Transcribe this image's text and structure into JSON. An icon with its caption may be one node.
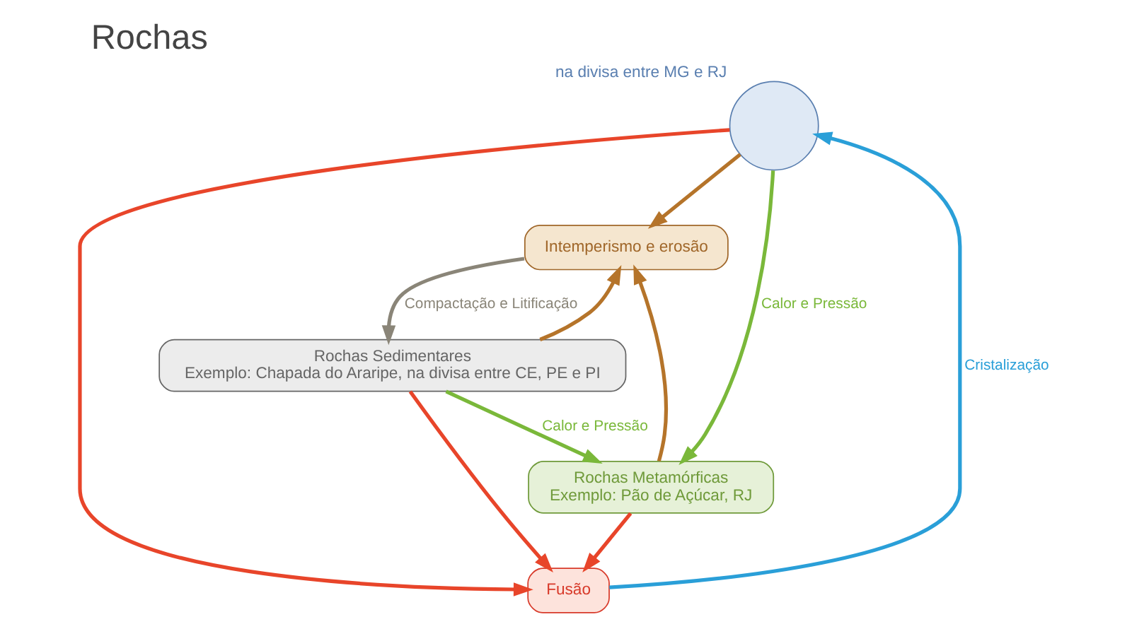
{
  "diagram": {
    "title": "Rochas",
    "nodes": [
      {
        "text": [],
        "shape": "circle",
        "beside": [
          "na divisa entre MG e RJ"
        ]
      },
      {
        "text": [
          "Fusão"
        ]
      },
      {
        "text": [
          "Intemperismo e erosão"
        ]
      },
      {
        "text": [
          "Rochas Metamórficas",
          "Exemplo: Pão de Açúcar, RJ"
        ]
      },
      {
        "text": [
          "Rochas Sedimentares",
          "Exemplo: Chapada do Araripe, na divisa entre CE, PE e PI"
        ]
      }
    ],
    "edges": [
      {
        "from": 1,
        "to": 0,
        "arrow": "to",
        "label": "Cristalização",
        "color": "#2a9fd8"
      },
      {
        "from": 0,
        "to": 2,
        "arrow": "to",
        "color": "#b5742a"
      },
      {
        "from": 0,
        "to": 1,
        "arrow": "to",
        "color": "#e8452a"
      },
      {
        "from": 2,
        "to": 4,
        "arrow": "to",
        "label": "Compactação e Litificação",
        "color": "#8a8578"
      },
      {
        "from": 0,
        "to": 3,
        "arrow": "to",
        "label": "Calor e Pressão",
        "color": "#7ab83a"
      },
      {
        "from": 3,
        "to": 1,
        "arrow": "to",
        "color": "#e8452a"
      },
      {
        "from": 4,
        "to": 1,
        "arrow": "to",
        "color": "#e8452a"
      },
      {
        "from": 3,
        "to": 2,
        "arrow": "to",
        "color": "#b5742a"
      },
      {
        "from": 4,
        "to": 2,
        "arrow": "to",
        "color": "#b5742a"
      },
      {
        "from": 4,
        "to": 3,
        "arrow": "to",
        "label": "Calor e Pressão",
        "color": "#7ab83a"
      }
    ]
  }
}
